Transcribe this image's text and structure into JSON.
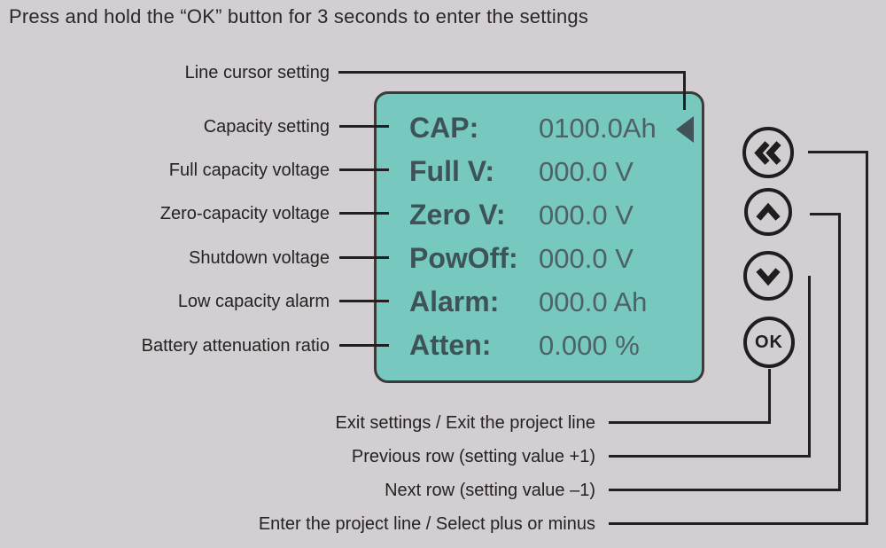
{
  "page": {
    "title": "Press and hold the “OK” button for 3 seconds to enter the settings",
    "background_color": "#d3ced2",
    "line_color": "#242021"
  },
  "screen": {
    "background_color": "#77c9bf",
    "label_color": "#3e5357",
    "value_color": "#4e6167",
    "cursor_icon": "left-triangle-cursor",
    "rows": [
      {
        "label": "CAP:",
        "value": "0100.0Ah"
      },
      {
        "label": "Full V:",
        "value": "000.0 V"
      },
      {
        "label": "Zero V:",
        "value": "000.0 V"
      },
      {
        "label": "PowOff:",
        "value": "000.0 V"
      },
      {
        "label": "Alarm:",
        "value": "000.0 Ah"
      },
      {
        "label": "Atten:",
        "value": "0.000 %"
      }
    ]
  },
  "left_labels": [
    "Line cursor setting",
    "Capacity setting",
    "Full capacity voltage",
    "Zero-capacity voltage",
    "Shutdown voltage",
    "Low capacity alarm",
    "Battery attenuation ratio"
  ],
  "buttons": {
    "back": {
      "icon": "double-chevron-left-icon"
    },
    "up": {
      "icon": "chevron-up-icon"
    },
    "down": {
      "icon": "chevron-down-icon"
    },
    "ok": {
      "label": "OK"
    }
  },
  "bottom_labels": [
    "Exit settings / Exit the project line",
    "Previous row (setting value +1)",
    "Next row (setting value –1)",
    "Enter the project line / Select plus or minus"
  ]
}
